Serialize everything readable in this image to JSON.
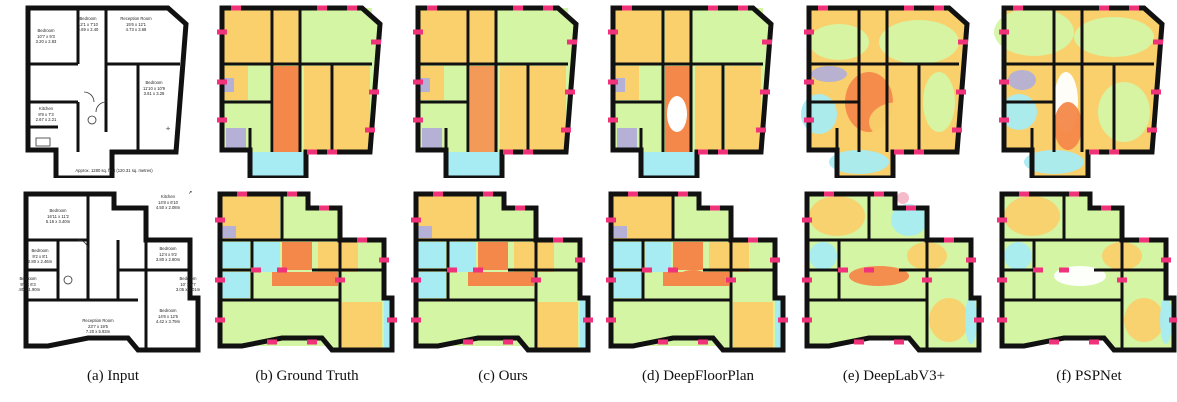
{
  "figure": {
    "captions": [
      "(a) Input",
      "(b) Ground Truth",
      "(c) Ours",
      "(d) DeepFloorPlan",
      "(e) DeepLabV3+",
      "(f) PSPNet"
    ],
    "input_top_labels": [
      "Bedroom",
      "10'7 x 9'3",
      "3.20 x 2.83",
      "Bedroom",
      "12'1 x 7'10",
      "3.69 x 2.40",
      "Reception Room",
      "15'6 x 12'1",
      "4.73 x 3.68",
      "Bedroom",
      "11'10 x 10'9",
      "3.61 x 3.28",
      "Kitchen",
      "8'9 x 7'3",
      "2.67 x 2.21"
    ],
    "input_area_note": "Approx. 1280 sq. feet (120.31 sq. metres)",
    "input_bottom_labels": [
      "Bedroom",
      "16'11 x 11'2",
      "5.16 x 3.40m",
      "Kitchen",
      "14'8 x 6'10",
      "4.50 x 2.08m",
      "Bedroom",
      "9'2 x 8'1",
      "2.80 x 2.46m",
      "Bedroom",
      "12'4 x 9'2",
      "3.80 x 2.80m",
      "Bedroom",
      "9'2 x 6'3",
      "2.80 x 1.90m",
      "Reception Room",
      "23'7 x 19'5",
      "7.20 x 5.93m",
      "Bedroom",
      "14'6 x 12'5",
      "4.42 x 3.79m",
      "Bedroom",
      "10' x 6'7",
      "3.05 x 2.01m"
    ],
    "legend_colors": {
      "bedroom": "#f9d06b",
      "living": "#d4f5a4",
      "hall": "#f4884a",
      "bath": "#a6ecf2",
      "closet": "#b4b0d6",
      "door_window": "#f0327a",
      "wall": "#111111"
    }
  }
}
